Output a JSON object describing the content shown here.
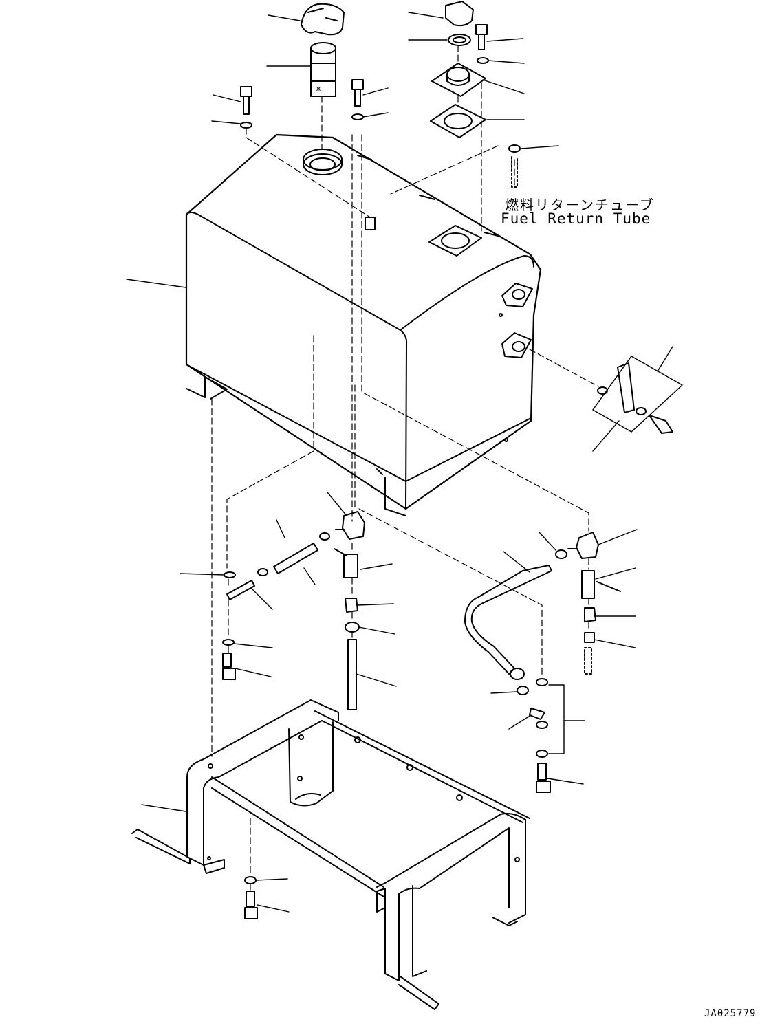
{
  "labels": {
    "fuel_return_tube_jp": "燃料リターンチューブ",
    "fuel_return_tube_en": "Fuel Return Tube"
  },
  "drawing_id": "JA025779",
  "colors": {
    "line": "#000000",
    "background": "#ffffff"
  }
}
